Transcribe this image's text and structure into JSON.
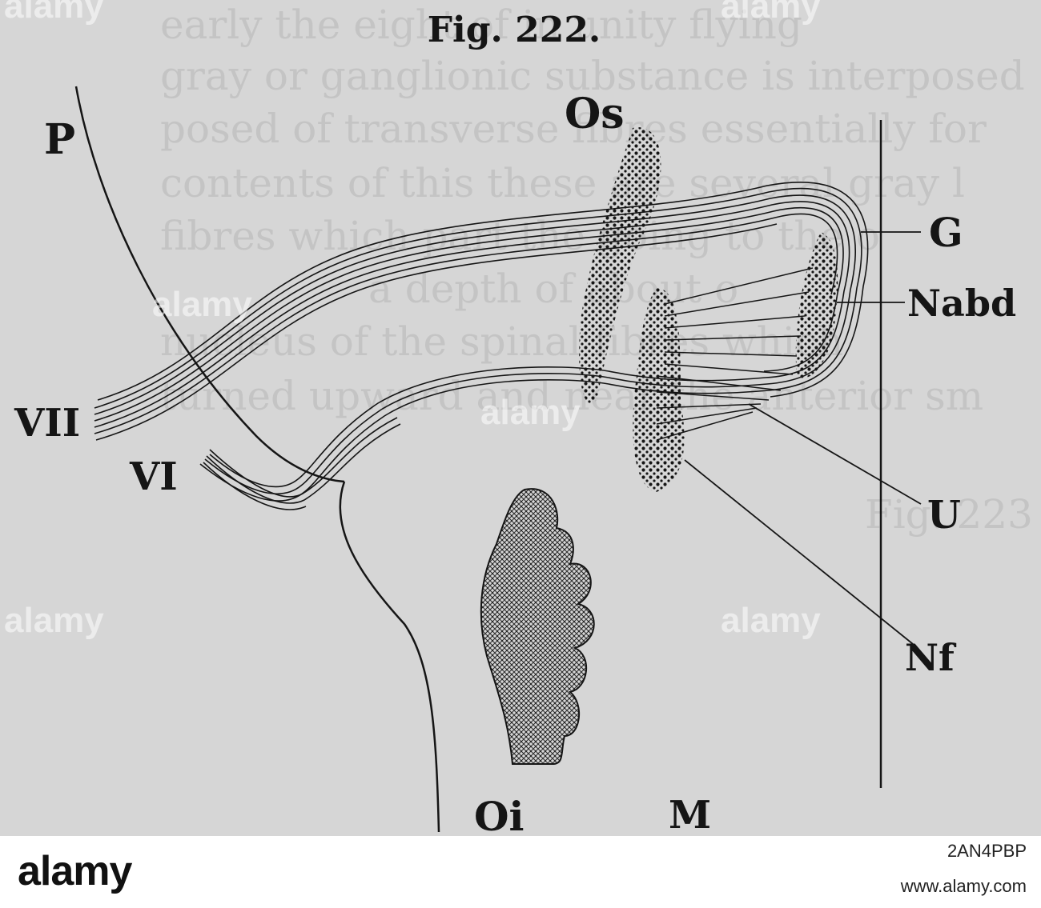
{
  "figure": {
    "caption": "Fig. 222.",
    "labels": {
      "P": "P",
      "Os": "Os",
      "G": "G",
      "Nabd": "Nabd",
      "VII": "VII",
      "VI": "VI",
      "U": "U",
      "Nf": "Nf",
      "Oi": "Oi",
      "M": "M"
    },
    "bleed_through_text": [
      "early the eight of in unity flying",
      "gray or ganglionic substance is interposed",
      "posed of transverse fibres essentially for",
      "contents of this these are several gray l",
      "fibres which part the going to the o",
      "a depth of about o",
      "nucleus of the spinal fibres which",
      "turned upward and near the anterior sm",
      "Fig. 223"
    ]
  },
  "watermark": {
    "text": "alamy",
    "image_id": "2AN4PBP",
    "url": "www.alamy.com"
  },
  "colors": {
    "paper": "#d6d6d6",
    "ink": "#151515",
    "bleed": "#c4c4c4"
  }
}
